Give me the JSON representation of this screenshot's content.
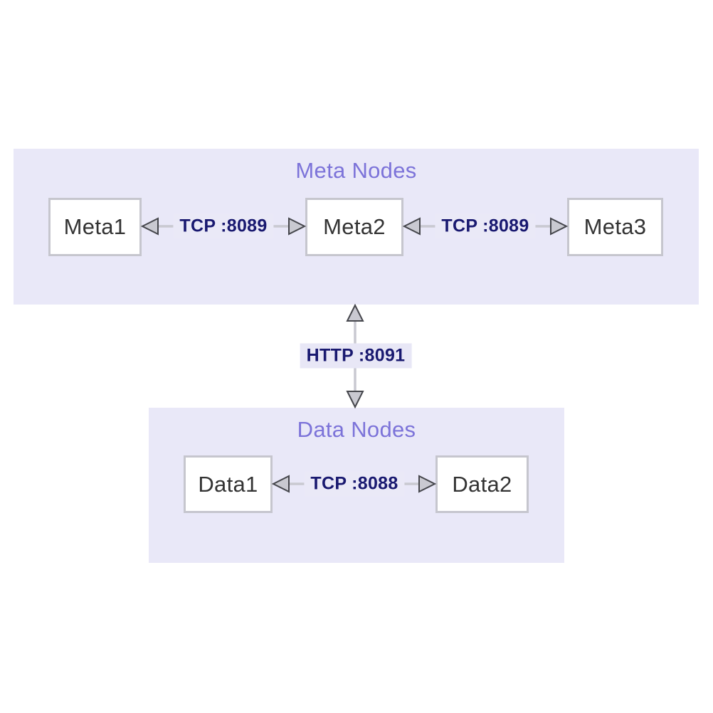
{
  "diagram": {
    "type": "cluster-architecture",
    "clusters": [
      {
        "title": "Meta Nodes",
        "nodes": [
          {
            "label": "Meta1"
          },
          {
            "label": "Meta2"
          },
          {
            "label": "Meta3"
          }
        ]
      },
      {
        "title": "Data Nodes",
        "nodes": [
          {
            "label": "Data1"
          },
          {
            "label": "Data2"
          }
        ]
      }
    ],
    "edges": [
      {
        "from": "Meta1",
        "to": "Meta2",
        "label": "TCP :8089",
        "direction": "bidirectional"
      },
      {
        "from": "Meta2",
        "to": "Meta3",
        "label": "TCP :8089",
        "direction": "bidirectional"
      },
      {
        "from": "Meta Nodes",
        "to": "Data Nodes",
        "label": "HTTP :8091",
        "direction": "bidirectional"
      },
      {
        "from": "Data1",
        "to": "Data2",
        "label": "TCP :8088",
        "direction": "bidirectional"
      }
    ],
    "colors": {
      "page_background": "#ffffff",
      "cluster_background": "#e9e8f8",
      "cluster_title": "#7c73d9",
      "node_background": "#ffffff",
      "node_border": "#c6c6ce",
      "node_text": "#333333",
      "edge_line": "#c9c9d1",
      "arrowhead_fill": "#c9c9d1",
      "arrowhead_stroke": "#45464c",
      "edge_label_text": "#191970",
      "edge_label_background": "#e8e7f6"
    }
  }
}
